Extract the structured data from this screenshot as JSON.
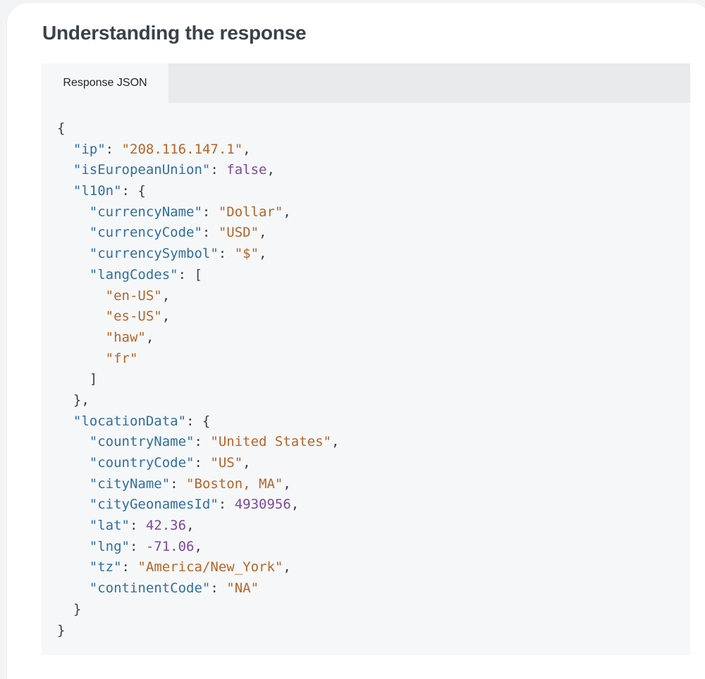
{
  "section": {
    "title": "Understanding the response"
  },
  "tabs": [
    {
      "label": "Response JSON",
      "active": true
    }
  ],
  "colors": {
    "key": "#2f6fa3",
    "string": "#b5652a",
    "number": "#7a4a9a",
    "punctuation": "#3b3f45",
    "panel_bg": "#f6f7f8",
    "tabbar_bg": "#e9eaec"
  },
  "response_json": {
    "ip": "208.116.147.1",
    "isEuropeanUnion": "false",
    "l10n": {
      "currencyName": "Dollar",
      "currencyCode": "USD",
      "currencySymbol": "$",
      "langCodes": [
        "en-US",
        "es-US",
        "haw",
        "fr"
      ]
    },
    "locationData": {
      "countryName": "United States",
      "countryCode": "US",
      "cityName": "Boston, MA",
      "cityGeonamesId": "4930956",
      "lat": "42.36",
      "lng": "-71.06",
      "tz": "America/New_York",
      "continentCode": "NA"
    }
  }
}
